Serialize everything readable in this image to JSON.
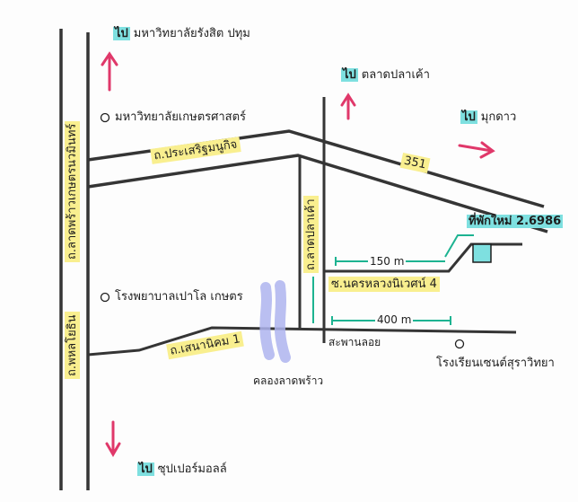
{
  "destinations": {
    "north_left": {
      "prefix": "ไป",
      "name": "มหาวิทยาลัยรังสิต ปทุม"
    },
    "north_center": {
      "prefix": "ไป",
      "name": "ตลาดปลาเค้า"
    },
    "east": {
      "prefix": "ไป",
      "name": "มุกดาว"
    },
    "south_left": {
      "prefix": "ไป",
      "name": "ซุปเปอร์มอลล์"
    }
  },
  "landmarks": {
    "university": "มหาวิทยาลัยเกษตรศาสตร์",
    "hospital": "โรงพยาบาลเปาโล เกษตร",
    "school": "โรงเรียนเซนต์สุราวิทยา",
    "house": "ที่พักใหม่ 2.6986",
    "canal": "คลองลาดพร้าว"
  },
  "roads": {
    "main_vertical_top": "ถ.ลาดพร้าวเกษตรนวมินทร์",
    "main_vertical_bottom": "ถ.พหลโยธิน",
    "upper_diagonal": "ถ.ประเสริฐมนูกิจ",
    "route_number": "351",
    "side_vertical": "ถ.ลาดปลาเค้า",
    "soi": "ซ.นครหลวงนิเวศน์ 4",
    "lower_road": "ถ.เสนานิคม 1",
    "bridge": "สะพานลอย"
  },
  "distances": {
    "upper": "150 m",
    "lower": "400 m"
  },
  "colors": {
    "road": "#353535",
    "arrow": "#e0386a",
    "measure": "#1db391",
    "highlight_yellow": "#f9ef8f",
    "highlight_cyan": "#7ee0e0",
    "canal": "#aeb4ee"
  }
}
